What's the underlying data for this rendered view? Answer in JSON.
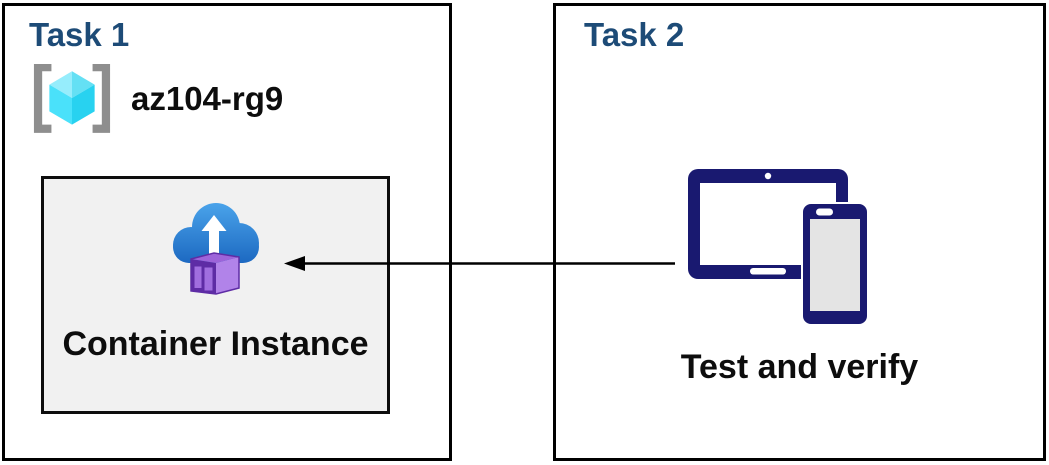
{
  "task1": {
    "title": "Task 1",
    "resource_group": {
      "name": "az104-rg9",
      "icon": "resource-group-icon"
    },
    "container": {
      "label": "Container Instance",
      "icon": "container-instances-icon"
    }
  },
  "task2": {
    "title": "Task 2",
    "icon": "tablet-and-phone-icon",
    "label": "Test and verify"
  },
  "connector": {
    "type": "arrow",
    "direction": "right-to-left"
  },
  "colors": {
    "task_title_blue": "#1d4b77",
    "box_border": "#000000",
    "container_card_bg": "#f1f1f1",
    "device_navy": "#191970",
    "phone_screen_gray": "#e4e4e4",
    "cloud_blue_top": "#4aa3ea",
    "cloud_blue_bottom": "#1b67c0",
    "container_purple_side": "#b183e9",
    "container_purple_top": "#9d64da",
    "container_purple_front": "#5e2ca5",
    "container_panel_light": "#a06edf",
    "rg_cyan_light": "#96edfc",
    "rg_cyan_mid": "#4ae1fa",
    "rg_cyan_dark": "#28d2f0",
    "bracket_gray": "#8e8e8e"
  }
}
